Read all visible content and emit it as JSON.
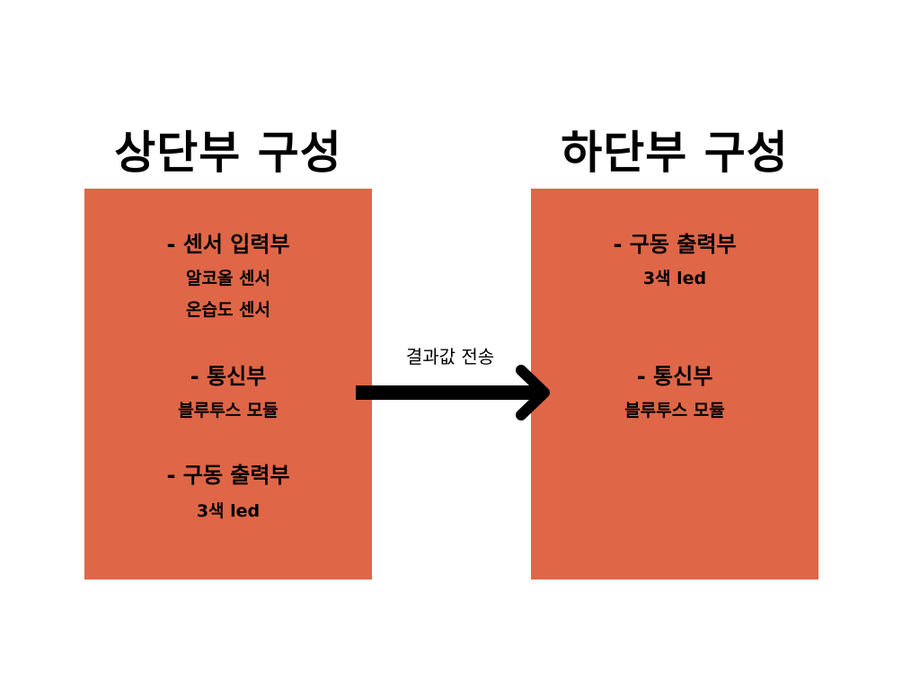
{
  "upper": {
    "title": "상단부 구성",
    "sensor_heading": "- 센서 입력부",
    "sensor_items": [
      "알코올 센서",
      "온습도 센서"
    ],
    "comm_heading": "- 통신부",
    "comm_item": "블루투스 모듈",
    "drive_heading": "- 구동 출력부",
    "drive_item": "3색 led"
  },
  "lower": {
    "title": "하단부 구성",
    "drive_heading": "- 구동 출력부",
    "drive_item": "3색 led",
    "comm_heading": "- 통신부",
    "comm_item": "블루투스 모듈"
  },
  "arrow": {
    "label": "결과값 전송",
    "direction": "right"
  },
  "colors": {
    "box_fill": "#df6647",
    "text": "#000000",
    "arrow": "#000000",
    "background": "#ffffff"
  }
}
